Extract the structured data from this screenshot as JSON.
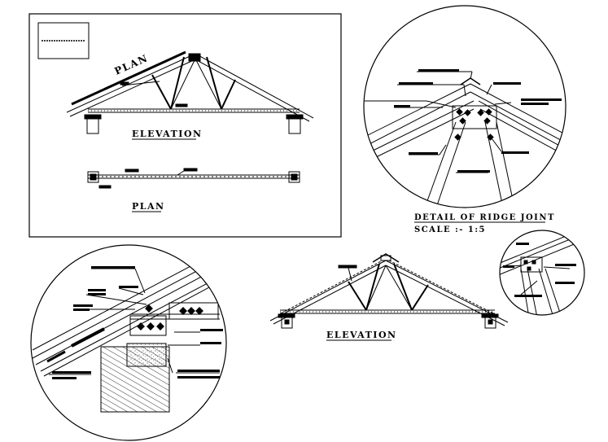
{
  "drawing": {
    "labels": {
      "plan_diagonal": "PLAN",
      "elevation_top": "ELEVATION",
      "plan_bottom": "PLAN",
      "ridge_detail_title": "DETAIL OF RIDGE JOINT",
      "ridge_detail_scale": "SCALE :-    1:5",
      "elevation_main": "ELEVATION"
    }
  }
}
